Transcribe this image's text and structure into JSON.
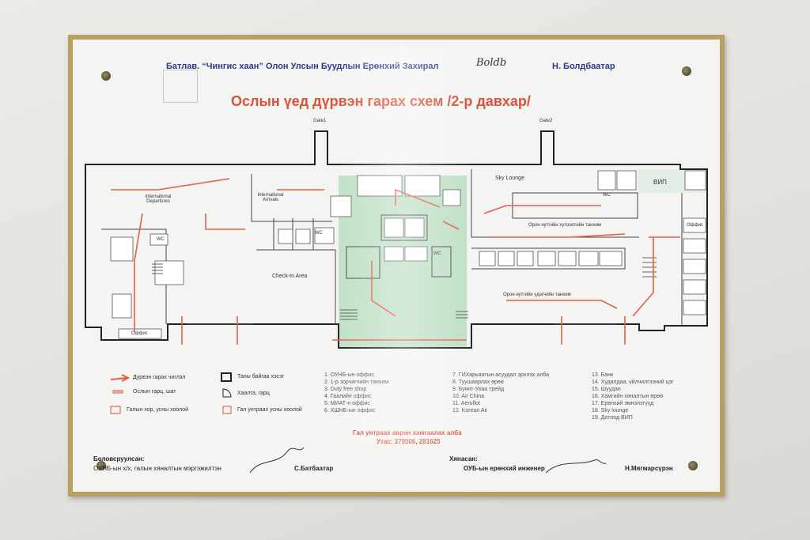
{
  "header": {
    "left": "Батлав. “Чингис хаан” Олон Улсын Буудлын Ерөнхий Захирал",
    "right": "Н. Болдбаатар",
    "title": "Ослын үед дүрвэн гарах схем /2-р давхар/"
  },
  "map_labels": {
    "gate1": "Gate1",
    "gate2": "Gate2",
    "intl_departures": "International Departures",
    "intl_arrivals": "International Arrivals",
    "checkin": "Check-In Area",
    "sky_lounge": "Sky Lounge",
    "vip": "ВИП",
    "domestic_wait": "Орон нутгийн хүлээлгийн танхим",
    "domestic_board": "Орон нутгийн үдэгчийн танхим",
    "office": "Оффис",
    "wc": "WC"
  },
  "legend": [
    {
      "icon": "arrow-icon",
      "label": "Дүрвэн гарах чиглэл"
    },
    {
      "icon": "stairs-icon",
      "label": "Ослын гарц, шат"
    },
    {
      "icon": "hydrant-icon",
      "label": "Галын хор, усны хоолой"
    },
    {
      "icon": "location-icon",
      "label": "Таны байгаа хэсэг"
    },
    {
      "icon": "door-icon",
      "label": "Хаалга, гарц"
    },
    {
      "icon": "extinguisher-icon",
      "label": "Гал унтраах усны хоолой"
    }
  ],
  "list1": [
    "1. ОУНБ-ын оффис",
    "2. 1-р зорчигчийн танхим",
    "3. Duty free shop",
    "4. Гаалийн оффис",
    "5. МИАТ-н оффис",
    "6. ХШНБ-ын оффис"
  ],
  "list2": [
    "7. ГИХарьяатын асуудал эрхлэх алба",
    "8. Туушаарлах өрөө",
    "9. Буянт-Ухаа трейд",
    "10. Air China",
    "11. Aeroflot",
    "12. Korean Air"
  ],
  "list3": [
    "13. Банк",
    "14. Худалдаа, үйлчилгээний цэг",
    "15. Шуудан",
    "16. Хамгийн хяналтын өрөө",
    "17. Ерөнхий эмнэлэгүүд",
    "18. Sky lounge",
    "19. Дотоод ВИП"
  ],
  "safety": {
    "line1": "Гал унтраах авран хамгаалах алба",
    "line2": "Утас: 379506, 281625"
  },
  "footer": {
    "prepared_label": "Боловсруулсан:",
    "prepared_role": "ОУНБ-ын х/х, галын хяналтын мэргэжилтэн",
    "prepared_name": "С.Батбаатар",
    "checked_label": "Хянасан:",
    "checked_role": "ОУБ-ын ерөнхий инженер",
    "checked_name": "Н.Мягмарсүрэн"
  },
  "colors": {
    "accent": "#d9533b",
    "header_blue": "#2b3a8c",
    "frame": "#b8a060",
    "green": "#bfe0c6"
  }
}
